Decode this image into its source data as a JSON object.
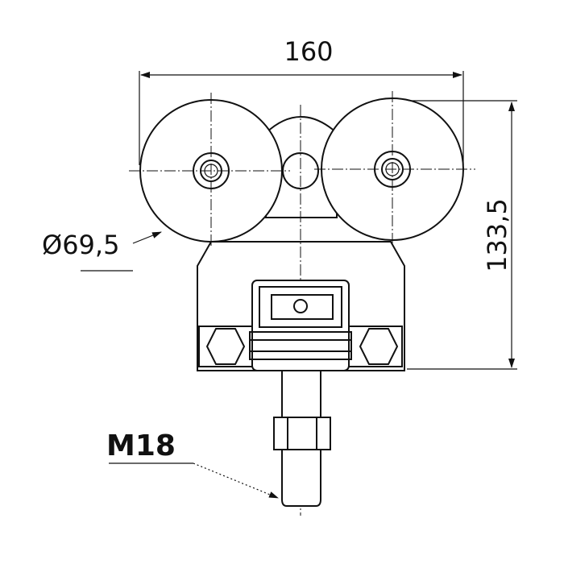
{
  "title": "Trolley with two wheels and M18 threaded rod",
  "dimensions": {
    "width": "160",
    "height": "133,5",
    "wheel_diameter": "Ø69,5",
    "thread": "M18"
  }
}
